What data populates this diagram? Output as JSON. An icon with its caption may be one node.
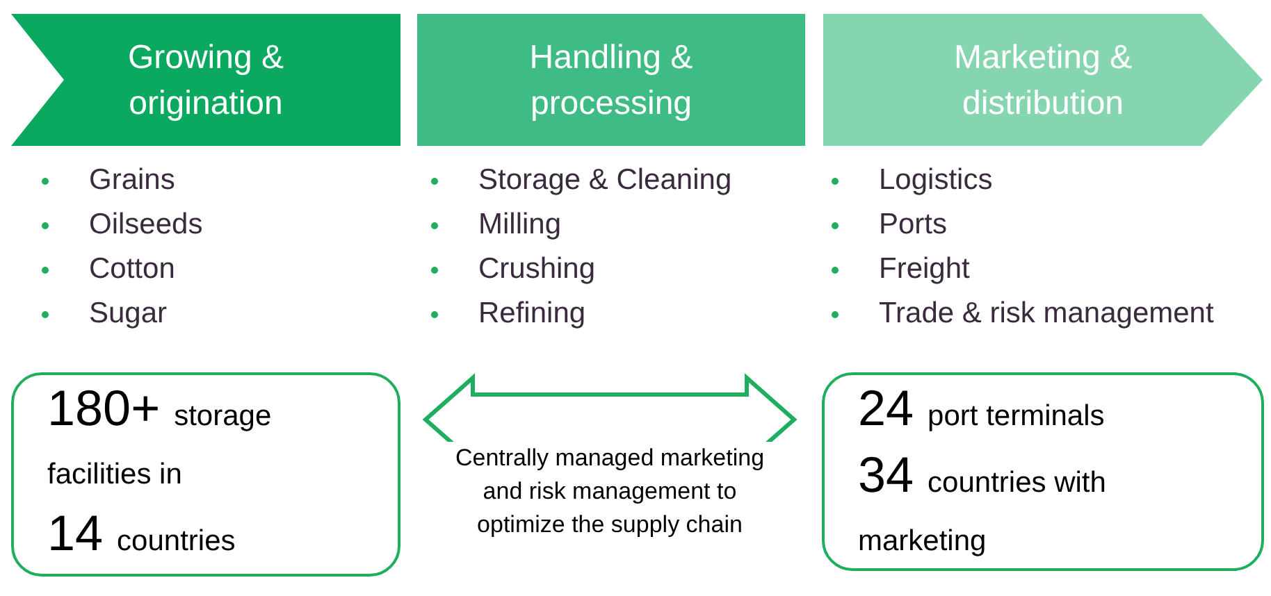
{
  "diagram": {
    "nodes": [
      {
        "text": [
          "Growing & origination"
        ],
        "beside": [
          "Grains",
          "Oilseeds",
          "Cotton",
          "Sugar"
        ]
      },
      {
        "text": [
          "Handling & processing"
        ],
        "beside": [
          "Storage & Cleaning",
          "Milling",
          "Crushing",
          "Refining"
        ]
      },
      {
        "text": [
          "Marketing & distribution"
        ],
        "beside": [
          "Logistics",
          "Ports",
          "Freight",
          "Trade & risk management"
        ]
      },
      {
        "text": [
          "180+",
          "storage facilities in",
          "14",
          "countries"
        ]
      },
      {
        "text": [
          "24",
          "port terminals",
          "34",
          "countries with marketing"
        ]
      }
    ],
    "edges": [
      {
        "from": 3,
        "to": 4,
        "arrow": "both",
        "label": "Centrally managed marketing and risk management to optimize the supply chain"
      }
    ]
  }
}
